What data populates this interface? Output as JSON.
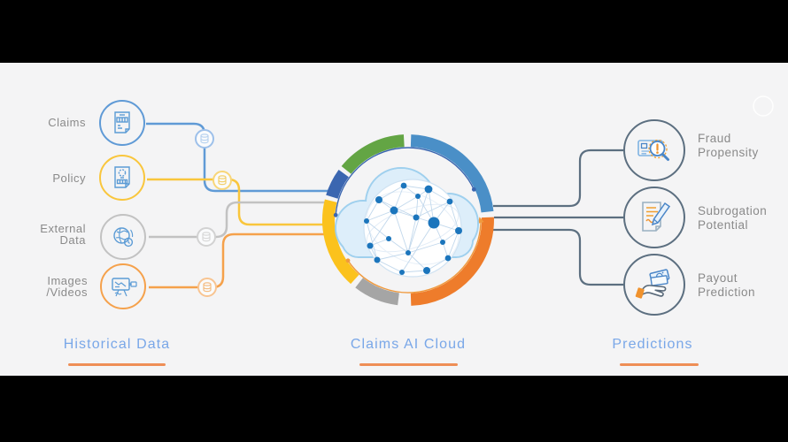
{
  "diagram": {
    "type": "process-infographic",
    "flow": "historical data sources feed a central AI cloud that outputs predictions"
  },
  "colors": {
    "background": "#f4f4f5",
    "letterbox": "#000000",
    "title_text": "#79a7e8",
    "title_underline": "#ee8e56",
    "label_text": "#8a8a8a",
    "claims_blue": "#5f9ad6",
    "policy_yellow": "#f9c63c",
    "external_gray": "#c2c2c2",
    "images_orange": "#f5a14b",
    "prediction_line_slate": "#5c6f80",
    "ring_green": "#63a544",
    "ring_blue": "#4a8fc7",
    "ring_orange": "#ee7c2b",
    "ring_gray": "#a5a5a5",
    "ring_yellow": "#fbc21d",
    "ring_dark_blue": "#3b66b0",
    "cloud_fill": "#ddeefa",
    "cloud_stroke": "#9fd0ee",
    "network_node_blue": "#1b75bc"
  },
  "sections": {
    "historical": {
      "title": "Historical Data"
    },
    "cloud": {
      "title": "Claims AI Cloud"
    },
    "predictions": {
      "title": "Predictions"
    }
  },
  "sources": [
    {
      "id": "claims",
      "lines": [
        "Claims"
      ],
      "icon": "claim-document-icon",
      "color": "#5f9ad6"
    },
    {
      "id": "policy",
      "lines": [
        "Policy"
      ],
      "icon": "policy-document-icon",
      "color": "#f9c63c"
    },
    {
      "id": "external-data",
      "lines": [
        "External",
        "Data"
      ],
      "icon": "globe-data-icon",
      "color": "#c2c2c2"
    },
    {
      "id": "images-videos",
      "lines": [
        "Images",
        "/Videos"
      ],
      "icon": "media-screen-icon",
      "color": "#f5a14b"
    }
  ],
  "predictions": [
    {
      "id": "fraud-propensity",
      "lines": [
        "Fraud",
        "Propensity"
      ],
      "icon": "fraud-magnifier-icon"
    },
    {
      "id": "subrogation-potential",
      "lines": [
        "Subrogation",
        "Potential"
      ],
      "icon": "document-pen-icon"
    },
    {
      "id": "payout-prediction",
      "lines": [
        "Payout",
        "Prediction"
      ],
      "icon": "hand-money-icon"
    }
  ]
}
